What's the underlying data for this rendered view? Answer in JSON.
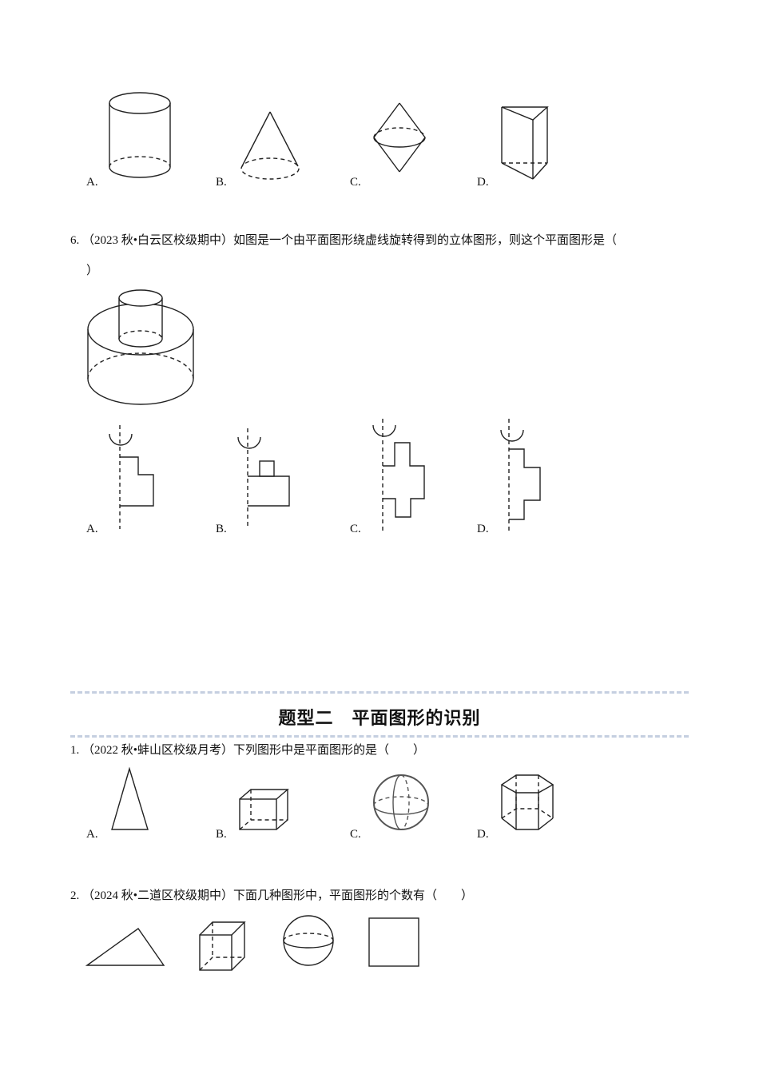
{
  "q5_options": {
    "labels": [
      "A.",
      "B.",
      "C.",
      "D."
    ],
    "shapes": [
      "cylinder",
      "cone",
      "double-cone",
      "triangular-prism"
    ]
  },
  "q6": {
    "number": "6.",
    "source": "（2023 秋•白云区校级期中）",
    "stem": "如图是一个由平面图形绕虚线旋转得到的立体图形，则这个平面图形是（",
    "close_paren": "）",
    "figure": "stacked-cylinders",
    "options": {
      "labels": [
        "A.",
        "B.",
        "C.",
        "D."
      ],
      "shapes": [
        "step-profile",
        "small-square-on-rectangle",
        "cross-profile",
        "step-profile-bottom-notch"
      ]
    }
  },
  "section": {
    "title": "题型二　平面图形的识别"
  },
  "s2q1": {
    "number": "1.",
    "source": "（2022 秋•蚌山区校级月考）",
    "stem": "下列图形中是平面图形的是（　　）",
    "options": {
      "labels": [
        "A.",
        "B.",
        "C.",
        "D."
      ],
      "shapes": [
        "triangle",
        "cube",
        "sphere",
        "hexagonal-prism"
      ]
    }
  },
  "s2q2": {
    "number": "2.",
    "source": "（2024 秋•二道区校级期中）",
    "stem": "下面几种图形中，平面图形的个数有（　　）",
    "shapes": [
      "triangle",
      "cube",
      "sphere",
      "square"
    ]
  }
}
